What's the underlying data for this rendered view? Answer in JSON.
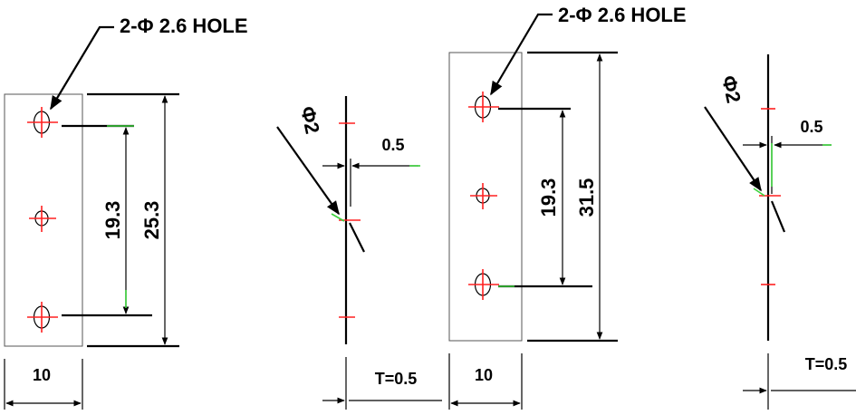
{
  "labels": {
    "hole_left": "2-Φ 2.6 HOLE",
    "hole_right": "2-Φ 2.6 HOLE",
    "dim_19_3_left": "19.3",
    "dim_25_3": "25.3",
    "dim_10_left": "10",
    "dim_05_left": "0.5",
    "dim_phi2_left": "Φ2",
    "t_left": "T=0.5",
    "dim_19_3_right": "19.3",
    "dim_31_5": "31.5",
    "dim_10_right": "10",
    "dim_05_right": "0.5",
    "dim_phi2_right": "Φ2",
    "t_right": "T=0.5"
  },
  "colors": {
    "outline": "#555555",
    "dimension": "#000000",
    "centerline": "#ff2020",
    "highlight": "#3cd23c"
  }
}
